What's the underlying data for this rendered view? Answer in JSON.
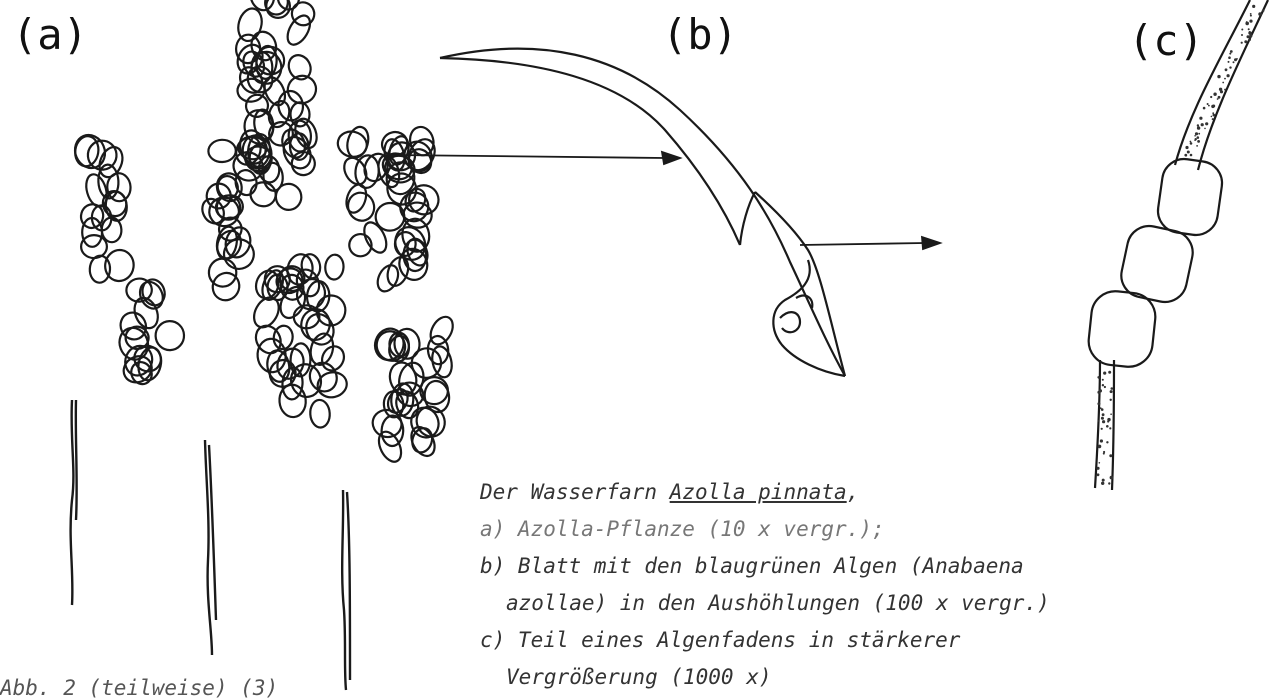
{
  "labels": {
    "a": "(a)",
    "b": "(b)",
    "c": "(c)"
  },
  "caption": {
    "title_prefix": "Der Wasserfarn ",
    "species": "Azolla pinnata",
    "title_suffix": ",",
    "items": [
      "a) Azolla-Pflanze (10 x vergr.);",
      "b) Blatt mit den blaugrünen Algen (Anabaena",
      "azollae) in den Aushöhlungen (100 x vergr.)",
      "c) Teil eines Algenfadens in stärkerer",
      "Vergrößerung (1000 x)"
    ]
  },
  "figure_number": "Abb. 2 (teilweise) (3)",
  "colors": {
    "ink": "#1a1a1a",
    "caption": "#333333"
  }
}
